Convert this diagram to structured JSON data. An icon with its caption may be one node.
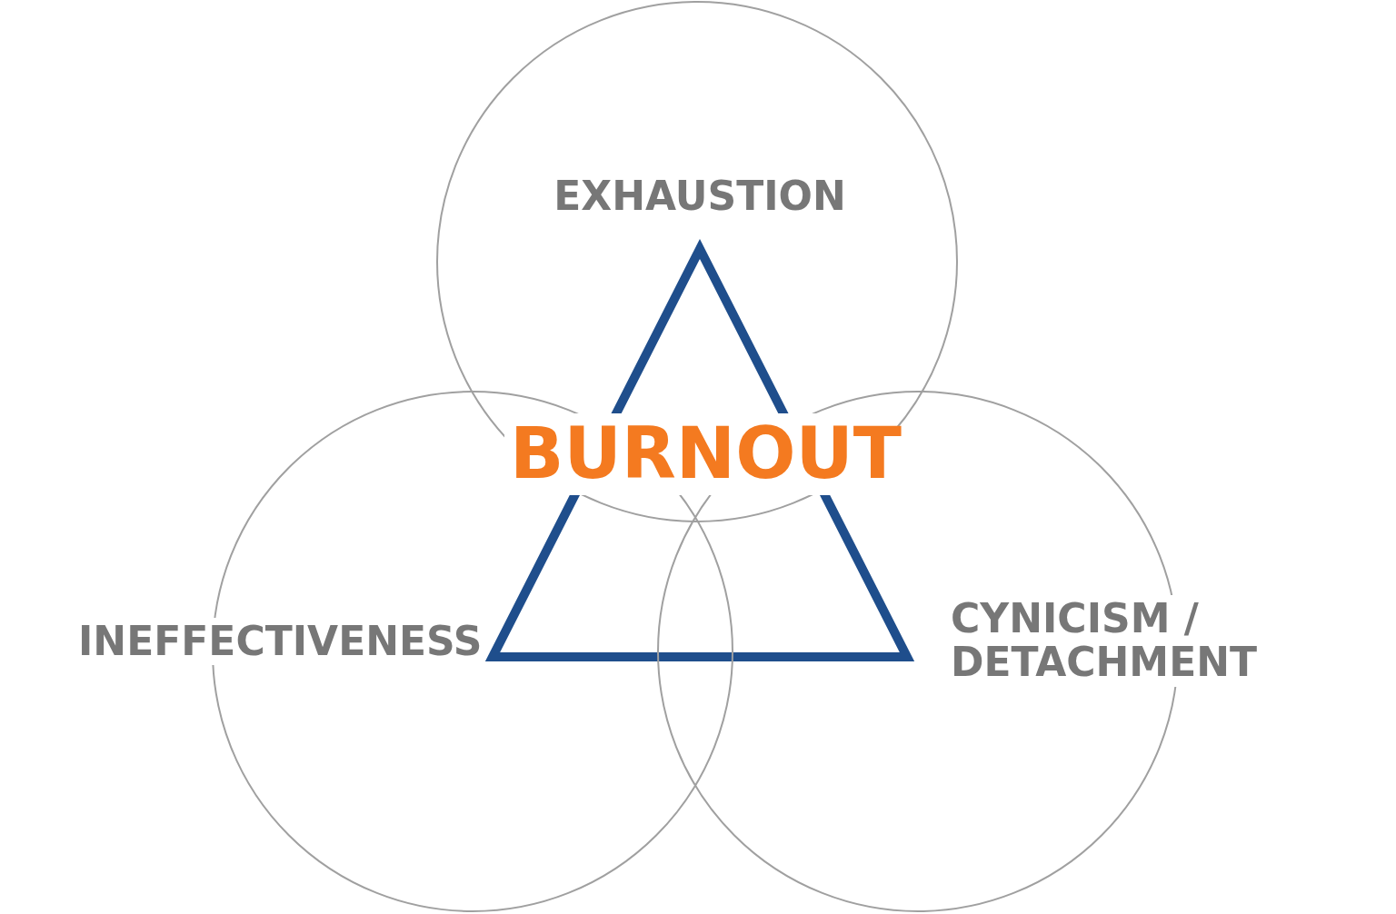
{
  "diagram": {
    "nodes": [
      {
        "text": [],
        "shape": "circle"
      },
      {
        "text": [
          "EXHAUSTION"
        ],
        "in": 0
      },
      {
        "text": [
          "BURNOUT"
        ]
      },
      {
        "text": [],
        "shape": "circle"
      },
      {
        "text": [],
        "shape": "circle"
      },
      {
        "text": [
          "INEFFECTIVENESS"
        ]
      },
      {
        "text": [
          "CYNICISM / DETACHMENT"
        ]
      }
    ]
  }
}
